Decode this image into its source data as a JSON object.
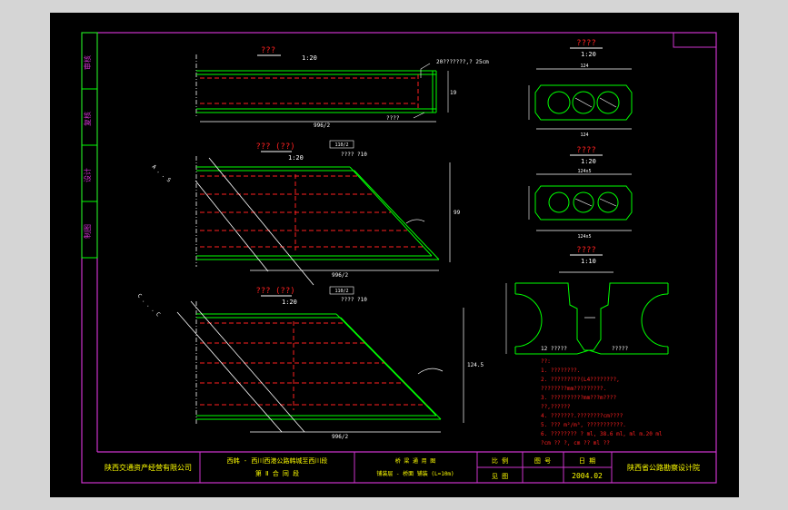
{
  "colors": {
    "background": "#000000",
    "frame": "#cc33cc",
    "outline": "#00ff00",
    "dashed": "#ff2020",
    "dim": "#ffffff",
    "title": "#ffff00",
    "text": "#ff2020",
    "margin": "#cccccc"
  },
  "side_labels": [
    "审核",
    "复核",
    "设计",
    "制图"
  ],
  "views": {
    "top": {
      "title": "???",
      "scale": "1:20",
      "note_right": "20???????,? 25cm",
      "note_bottom": "????",
      "dim_bottom": "996/2"
    },
    "middle": {
      "title": "??? (??)",
      "scale": "1:20",
      "note_top": "???? ?10",
      "dim_bottom": "996/2",
      "dim_right": "99"
    },
    "bottom": {
      "title": "??? (??)",
      "scale": "1:20",
      "note_top": "???? ?10",
      "dim_bottom": "996/2",
      "dim_right": "124.5"
    }
  },
  "sections": {
    "s1": {
      "title": "????",
      "scale": "1:20",
      "dim_top": "124",
      "dim_bottom": "124"
    },
    "s2": {
      "title": "????",
      "scale": "1:20",
      "dim_top": "124x5",
      "dim_bottom": "124x5"
    },
    "s3": {
      "title": "????",
      "scale": "1:10",
      "note_left": "12 ?????",
      "note_right": "?????"
    }
  },
  "notes": {
    "heading": "??:",
    "lines": [
      "1. ????????.",
      "2. ?????????(L4????????,",
      "   ????????mm?????????.",
      "3. ??????????mm???m????",
      "   ??,??????",
      "4. ???????.????????cm????",
      "5. ??? m²/m³, ???????????.",
      "6. ???????? ?  ml, 38.6 ml,  ml  m.20 ml",
      "   ?cm ?? ?, cm ?? ml ??"
    ]
  },
  "title_block": {
    "company": "陕西交通资产经营有限公司",
    "project_1": "西韩 - 西川西港公路韩城至西川段",
    "project_2": "第 Ⅱ 合 同 段",
    "drawing_1": "桥 梁 通 用 图",
    "drawing_2": "铺装层 - 桥面 铺装 (L=10m)",
    "cell_a": "比 例",
    "cell_b": "图 号",
    "cell_c": "日 期",
    "cell_d": "见 图",
    "date": "2004.02",
    "institute": "陕西省公路勘察设计院"
  }
}
